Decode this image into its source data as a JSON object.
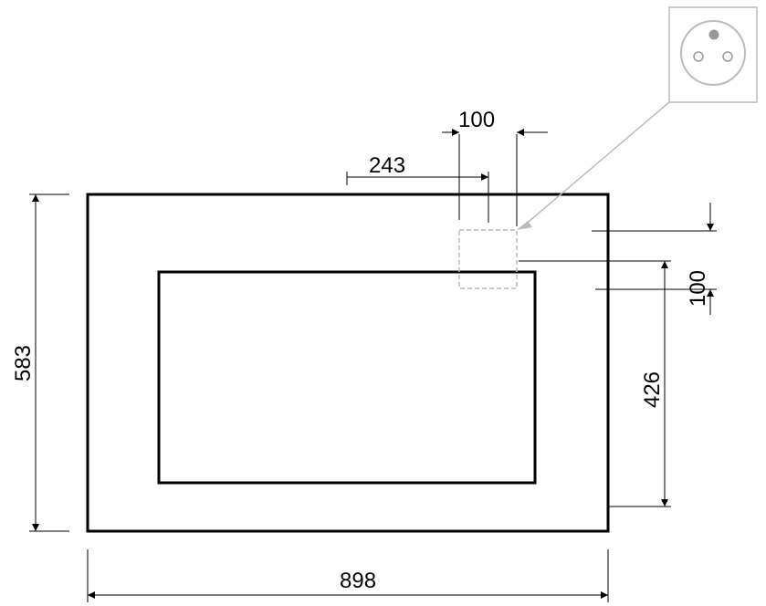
{
  "dimensions": {
    "overall_width": "898",
    "overall_height": "583",
    "socket_offset_x": "243",
    "socket_width": "100",
    "socket_height": "100",
    "screen_offset_y": "426"
  },
  "colors": {
    "line": "#000000",
    "socket_outline": "#bbbbbb",
    "socket_dot": "#999999",
    "leader": "#bbbbbb"
  },
  "icons": {
    "socket": "power-socket-icon"
  }
}
